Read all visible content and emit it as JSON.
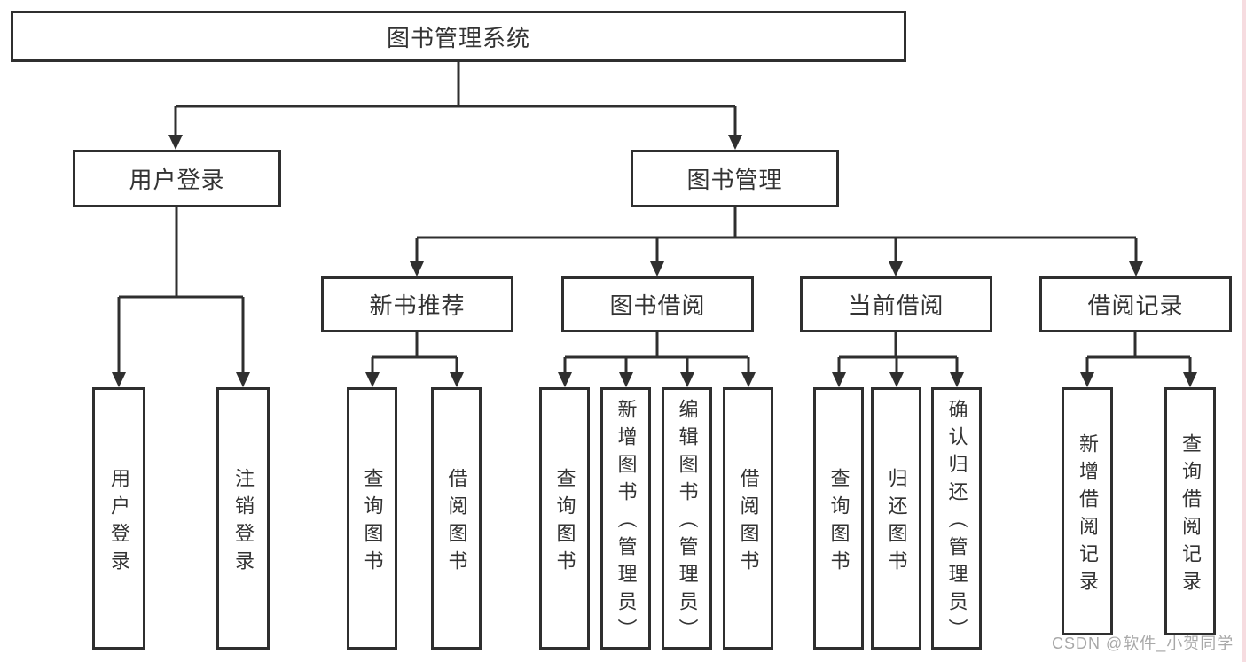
{
  "tree": {
    "root": {
      "label": "图书管理系统",
      "children": [
        {
          "label": "用户登录",
          "children": [
            {
              "label": "用户登录"
            },
            {
              "label": "注销登录"
            }
          ]
        },
        {
          "label": "图书管理",
          "children": [
            {
              "label": "新书推荐",
              "children": [
                {
                  "label": "查询图书"
                },
                {
                  "label": "借阅图书"
                }
              ]
            },
            {
              "label": "图书借阅",
              "children": [
                {
                  "label": "查询图书"
                },
                {
                  "label": "新增图书（管理员）"
                },
                {
                  "label": "编辑图书（管理员）"
                },
                {
                  "label": "借阅图书"
                }
              ]
            },
            {
              "label": "当前借阅",
              "children": [
                {
                  "label": "查询图书"
                },
                {
                  "label": "归还图书"
                },
                {
                  "label": "确认归还（管理员）"
                }
              ]
            },
            {
              "label": "借阅记录",
              "children": [
                {
                  "label": "新增借阅记录"
                },
                {
                  "label": "查询借阅记录"
                }
              ]
            }
          ]
        }
      ]
    }
  },
  "watermark": {
    "text": "CSDN @软件_小贺同学"
  },
  "colors": {
    "line": "#2f2f2f",
    "text": "#333333",
    "box_bg": "#ffffff",
    "page_bg": "#ffffff",
    "watermark": "#a8a8a8",
    "right_strip": "#f6dce0"
  }
}
